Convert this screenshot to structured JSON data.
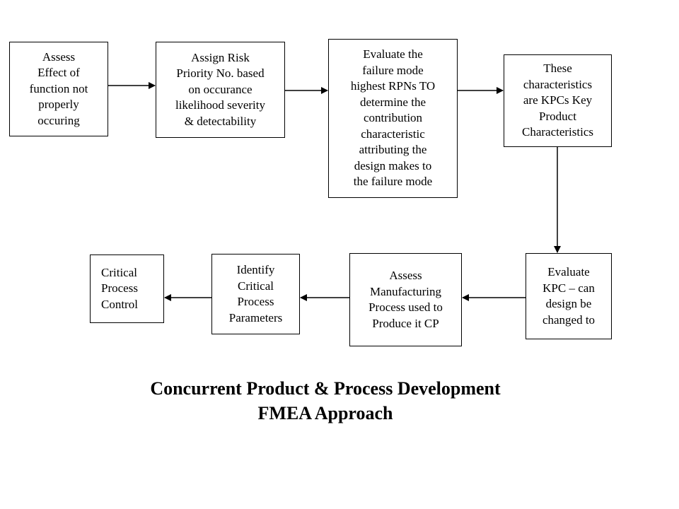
{
  "diagram": {
    "boxes": [
      {
        "id": "assess-effect",
        "text": "Assess\nEffect of\nfunction not\nproperly\noccuring"
      },
      {
        "id": "assign-rpn",
        "text": "Assign Risk\nPriority No. based\non occurance\nlikelihood severity\n& detectability"
      },
      {
        "id": "evaluate-failure-mode",
        "text": "Evaluate the\nfailure mode\nhighest RPNs TO\ndetermine the\ncontribution\ncharacteristic\nattributing the\ndesign makes to\nthe failure mode"
      },
      {
        "id": "kpc",
        "text": "These\ncharacteristics\nare KPCs Key\nProduct\nCharacteristics"
      },
      {
        "id": "evaluate-kpc",
        "text": "Evaluate\nKPC – can\ndesign be\nchanged to"
      },
      {
        "id": "assess-manufacturing",
        "text": "Assess\nManufacturing\nProcess used to\nProduce it CP"
      },
      {
        "id": "identify-parameters",
        "text": "Identify\nCritical\nProcess\nParameters"
      },
      {
        "id": "critical-process-control",
        "text": "Critical\nProcess\nControl"
      }
    ],
    "edges": [
      {
        "from": "assess-effect",
        "to": "assign-rpn"
      },
      {
        "from": "assign-rpn",
        "to": "evaluate-failure-mode"
      },
      {
        "from": "evaluate-failure-mode",
        "to": "kpc"
      },
      {
        "from": "kpc",
        "to": "evaluate-kpc"
      },
      {
        "from": "evaluate-kpc",
        "to": "assess-manufacturing"
      },
      {
        "from": "assess-manufacturing",
        "to": "identify-parameters"
      },
      {
        "from": "identify-parameters",
        "to": "critical-process-control"
      }
    ]
  },
  "title": "Concurrent Product & Process Development\nFMEA Approach"
}
